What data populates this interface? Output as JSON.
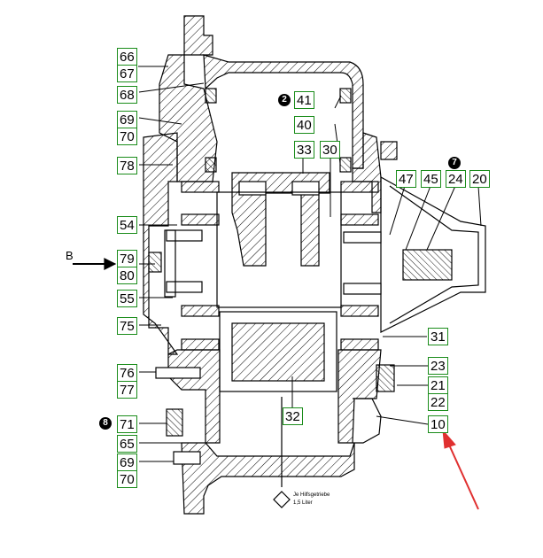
{
  "view_letter": "B",
  "callouts": [
    "2",
    "7",
    "8"
  ],
  "note": {
    "line1": "Je Hilfsgetriebe",
    "line2": "1,5 Liter"
  },
  "part_labels": {
    "p66": "66",
    "p67": "67",
    "p68": "68",
    "p69a": "69",
    "p70a": "70",
    "p78": "78",
    "p54": "54",
    "p79": "79",
    "p80": "80",
    "p55": "55",
    "p75": "75",
    "p76": "76",
    "p77": "77",
    "p71": "71",
    "p65": "65",
    "p69b": "69",
    "p70b": "70",
    "p41": "41",
    "p40": "40",
    "p33": "33",
    "p30": "30",
    "p47": "47",
    "p45": "45",
    "p24": "24",
    "p20": "20",
    "p31": "31",
    "p23": "23",
    "p21": "21",
    "p22": "22",
    "p10": "10",
    "p32": "32"
  },
  "colors": {
    "label_border": "#1a8c1a",
    "highlight_arrow": "#e03030",
    "line": "#000000"
  }
}
